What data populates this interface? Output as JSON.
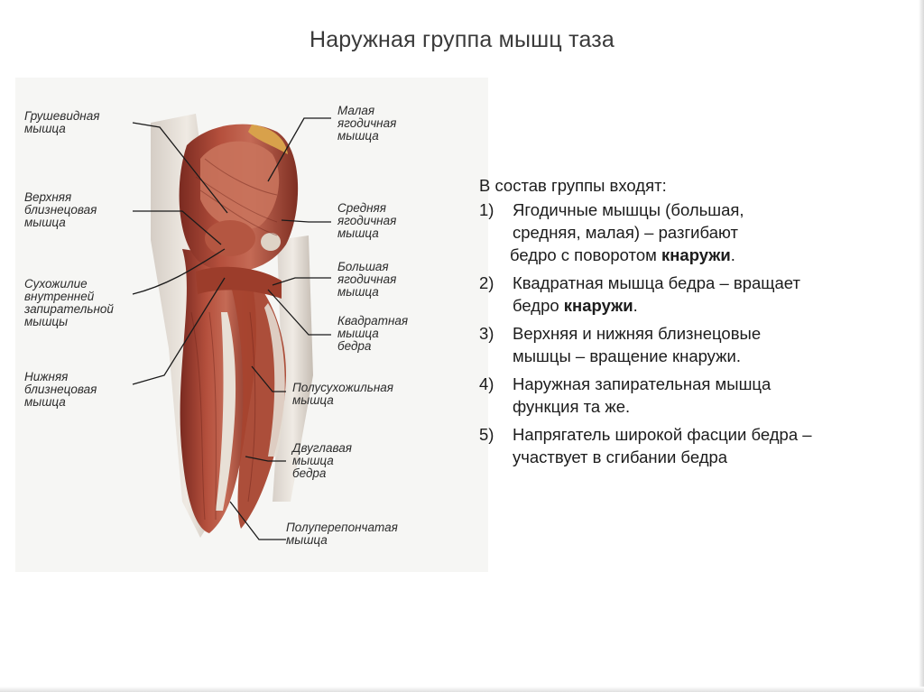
{
  "title": "Наружная группа мышц таза",
  "figure": {
    "labels_left": [
      "Грушевидная\nмышца",
      "Верхняя\nблизнецовая\nмышца",
      "Сухожилие\nвнутренней\nзапирательной\nмышцы",
      "Нижняя\nблизнецовая\nмышца"
    ],
    "labels_right": [
      "Малая\nягодичная\nмышца",
      "Средняя\nягодичная\nмышца",
      "Большая\nягодичная\nмышца",
      "Квадратная\nмышца\nбедра",
      "Полусухожильная\nмышца",
      "Двуглавая\nмышца\nбедра",
      "Полуперепончатая\nмышца"
    ]
  },
  "content": {
    "intro": "В состав группы входят:",
    "items": [
      {
        "num": "1)",
        "line1": "Ягодичные мышцы (большая,",
        "line2": "средняя, малая) – разгибают",
        "line3_pre": "бедро с поворотом ",
        "line3_bold": "кнаружи",
        "line3_post": "."
      },
      {
        "num": "2)",
        "line1": "Квадратная мышца бедра – вращает",
        "line2_pre": "бедро ",
        "line2_bold": "кнаружи",
        "line2_post": "."
      },
      {
        "num": "3)",
        "line1": "Верхняя и нижняя близнецовые",
        "line2": "мышцы – вращение кнаружи."
      },
      {
        "num": "4)",
        "line1": "Наружная запирательная мышца",
        "line2": "функция  та же."
      },
      {
        "num": "5)",
        "line1": "Напрягатель широкой фасции бедра –",
        "line2": "участвует в сгибании бедра"
      }
    ]
  }
}
